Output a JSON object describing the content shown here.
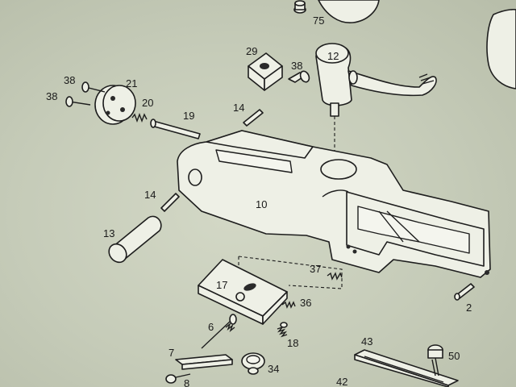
{
  "callouts": {
    "p75": "75",
    "p29": "29",
    "p38a": "38",
    "p12": "12",
    "p38b": "38",
    "p21": "21",
    "p38c": "38",
    "p20": "20",
    "p19": "19",
    "p14a": "14",
    "p14b": "14",
    "p10": "10",
    "p13": "13",
    "p37": "37",
    "p17": "17",
    "p36": "36",
    "p6": "6",
    "p18": "18",
    "p7": "7",
    "p34": "34",
    "p8": "8",
    "p43": "43",
    "p50": "50",
    "p42": "42",
    "p2": "2"
  },
  "colors": {
    "background": "#c6ccba",
    "ink": "#1d1d1d",
    "part_fill": "#eef0e6"
  }
}
